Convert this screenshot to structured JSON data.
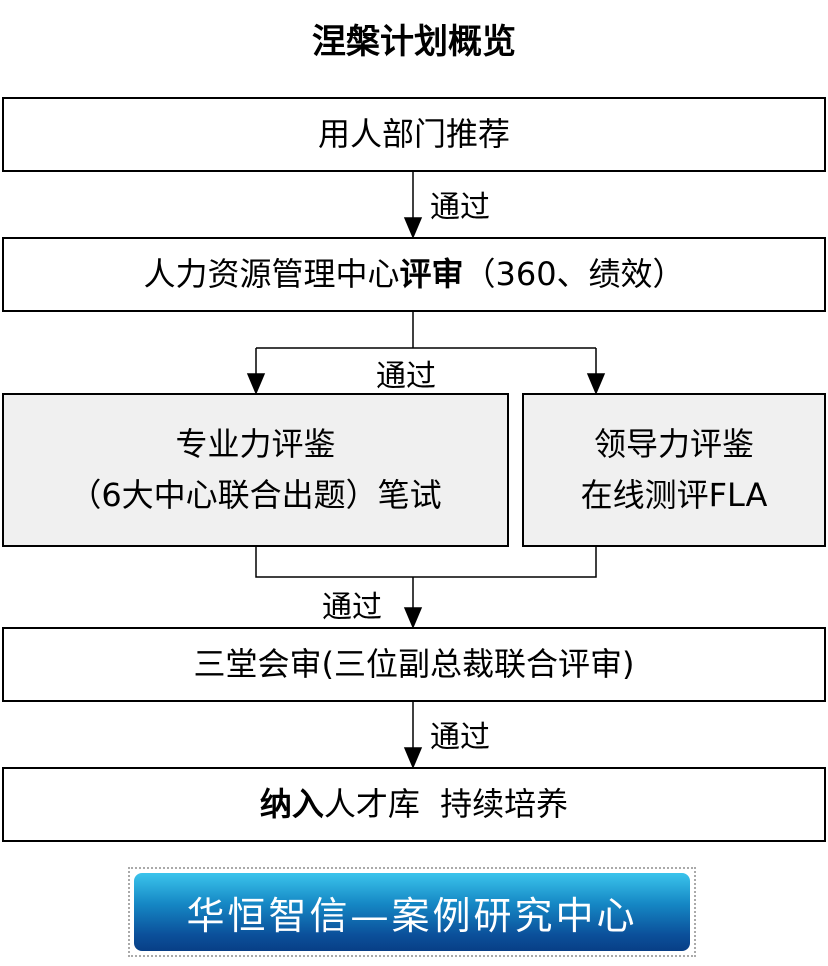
{
  "title": "涅槃计划概览",
  "steps": {
    "recommend": "用人部门推荐",
    "hr_review_prefix": "人力资源管理中心",
    "hr_review_bold": "评审",
    "hr_review_suffix": "（360、绩效）",
    "professional_line1": "专业力评鉴",
    "professional_line2": "（6大中心联合出题）笔试",
    "leadership_line1": "领导力评鉴",
    "leadership_line2": "在线测评FLA",
    "joint_review": "三堂会审(三位副总裁联合评审)",
    "final_bold": "纳入",
    "final_rest": "人才库  持续培养"
  },
  "pass_label": "通过",
  "banner": "华恒智信—案例研究中心"
}
